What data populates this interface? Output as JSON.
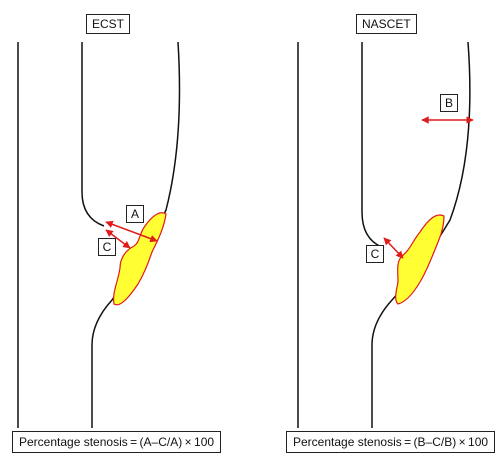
{
  "panels": [
    {
      "title": "ECST",
      "labels": {
        "a": "A",
        "c": "C"
      },
      "formula": "Percentage stenosis = (A–C/A) × 100"
    },
    {
      "title": "NASCET",
      "labels": {
        "b": "B",
        "c": "C"
      },
      "formula": "Percentage stenosis = (B–C/B) × 100"
    }
  ],
  "colors": {
    "vessel_wall": "#111111",
    "plaque_fill": "#ffff33",
    "plaque_outline": "#e01b1b",
    "measurement": "#e01b1b"
  }
}
